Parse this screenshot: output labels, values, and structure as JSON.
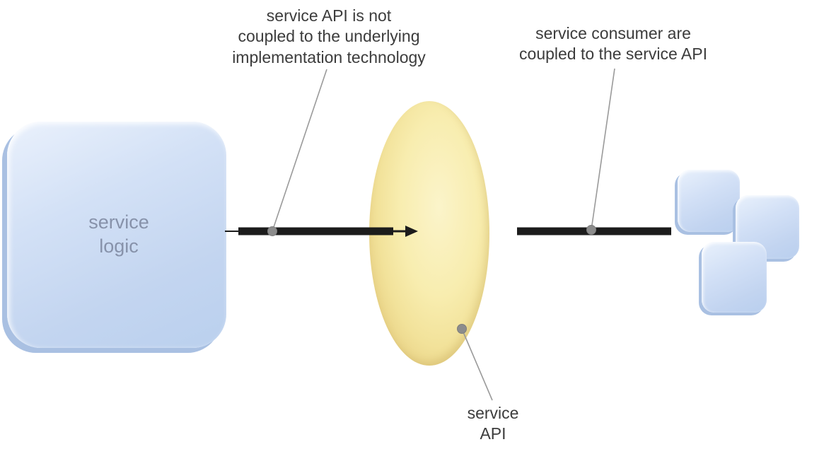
{
  "diagram": {
    "service_logic_label": "service\nlogic",
    "annotations": {
      "left": "service API is not\ncoupled to the underlying\nimplementation technology",
      "right": "service consumer are\ncoupled to the service API",
      "api": "service\nAPI"
    },
    "colors": {
      "box_fill": "#c3d5f0",
      "box_highlight": "#eaf1fc",
      "box_shadow_edge": "#a9c0e2",
      "ellipse_center": "#fbf4ca",
      "ellipse_edge": "#dcc276",
      "connector": "#1c1c1c",
      "leader_line": "#9a9a9a",
      "dot": "#8c8c8c",
      "annotation_text": "#3c3c3c",
      "logic_text": "#8792aa"
    }
  }
}
